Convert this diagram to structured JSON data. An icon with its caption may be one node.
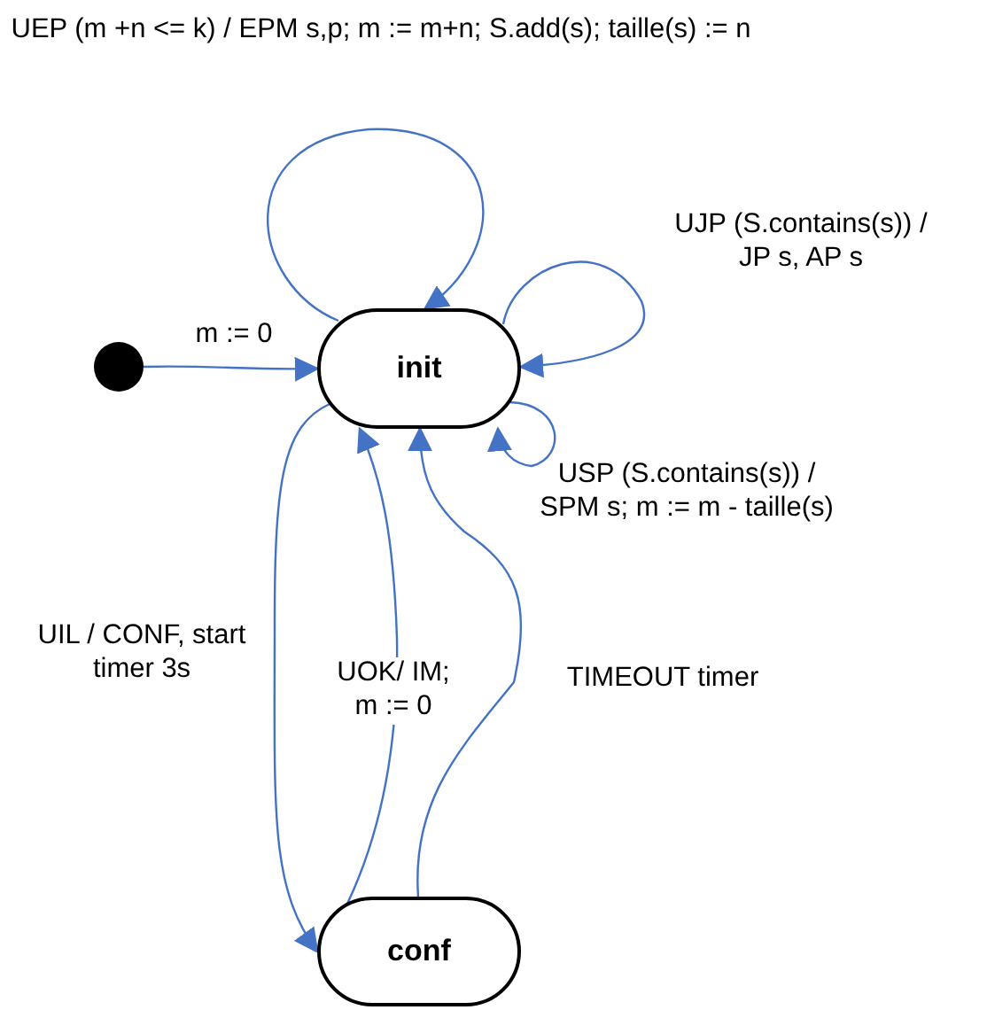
{
  "diagram": {
    "nodes": [
      {
        "text": [],
        "shape": "circle"
      },
      {
        "text": [
          "init"
        ]
      },
      {
        "text": [
          "conf"
        ]
      }
    ],
    "edges": [
      {
        "from": 0,
        "to": 1,
        "arrow": "to",
        "label": "m := 0"
      },
      {
        "from": 1,
        "to": 1,
        "arrow": "to",
        "label": "UEP (m +n <= k) / EPM s,p; m := m+n; S.add(s); taille(s) := n"
      },
      {
        "from": 1,
        "to": 1,
        "arrow": "to",
        "label": "UJP (S.contains(s)) / JP s, AP s"
      },
      {
        "from": 1,
        "to": 1,
        "arrow": "to",
        "label": "USP (S.contains(s)) / SPM s; m := m - taille(s)"
      },
      {
        "from": 1,
        "to": 2,
        "arrow": "to",
        "label": "UIL / CONF, start timer 3s"
      },
      {
        "from": 2,
        "to": 1,
        "arrow": "to",
        "label": "UOK/ IM; m := 0"
      },
      {
        "from": 2,
        "to": 1,
        "arrow": "to",
        "label": "TIMEOUT timer"
      }
    ]
  }
}
